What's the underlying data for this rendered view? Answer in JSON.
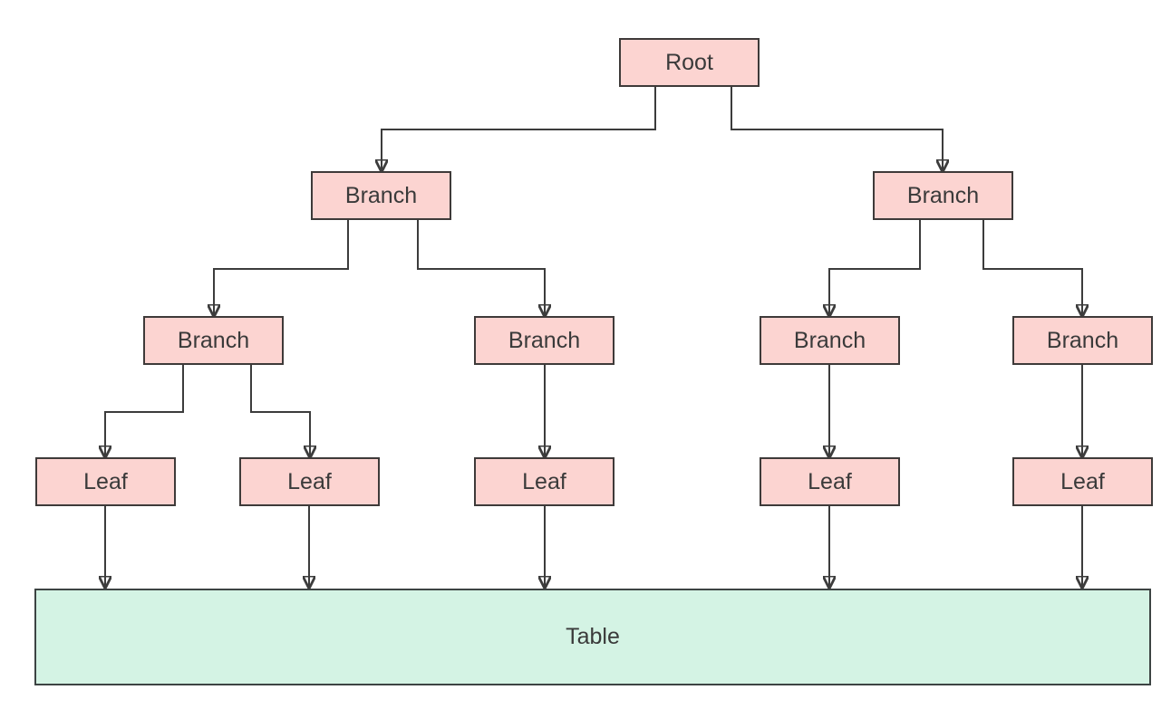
{
  "diagram": {
    "title": "tree-hierarchy-diagram",
    "nodes": {
      "root": {
        "label": "Root"
      },
      "branch_left": {
        "label": "Branch"
      },
      "branch_right": {
        "label": "Branch"
      },
      "branch_left_1": {
        "label": "Branch"
      },
      "branch_left_2": {
        "label": "Branch"
      },
      "branch_right_1": {
        "label": "Branch"
      },
      "branch_right_2": {
        "label": "Branch"
      },
      "leaf_1": {
        "label": "Leaf"
      },
      "leaf_2": {
        "label": "Leaf"
      },
      "leaf_3": {
        "label": "Leaf"
      },
      "leaf_4": {
        "label": "Leaf"
      },
      "leaf_5": {
        "label": "Leaf"
      },
      "table": {
        "label": "Table"
      }
    },
    "edges": [
      {
        "from": "root",
        "to": "branch_left"
      },
      {
        "from": "root",
        "to": "branch_right"
      },
      {
        "from": "branch_left",
        "to": "branch_left_1"
      },
      {
        "from": "branch_left",
        "to": "branch_left_2"
      },
      {
        "from": "branch_right",
        "to": "branch_right_1"
      },
      {
        "from": "branch_right",
        "to": "branch_right_2"
      },
      {
        "from": "branch_left_1",
        "to": "leaf_1"
      },
      {
        "from": "branch_left_1",
        "to": "leaf_2"
      },
      {
        "from": "branch_left_2",
        "to": "leaf_3"
      },
      {
        "from": "branch_right_1",
        "to": "leaf_4"
      },
      {
        "from": "branch_right_2",
        "to": "leaf_5"
      },
      {
        "from": "leaf_1",
        "to": "table"
      },
      {
        "from": "leaf_2",
        "to": "table"
      },
      {
        "from": "leaf_3",
        "to": "table"
      },
      {
        "from": "leaf_4",
        "to": "table"
      },
      {
        "from": "leaf_5",
        "to": "table"
      }
    ],
    "colors": {
      "node_fill": "#fcd4d1",
      "node_border": "#3e3a39",
      "table_fill": "#d4f3e4",
      "table_border": "#3d4443",
      "connector": "#3c3c3c",
      "text": "#3a3a3a",
      "background": "#ffffff"
    }
  }
}
